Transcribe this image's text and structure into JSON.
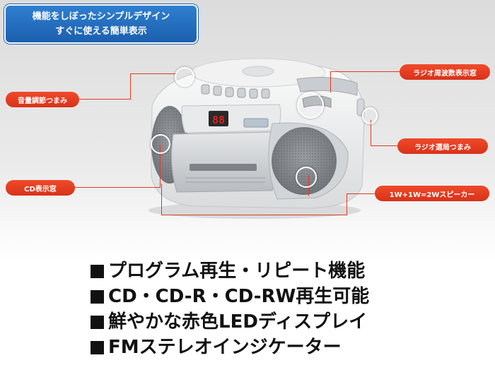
{
  "header": {
    "line1": "機能をしぼったシンプルデザイン",
    "line2": "すぐに使える簡単表示"
  },
  "callouts": {
    "volume": "音量調節つまみ",
    "cd_display": "CD表示窓",
    "radio_freq": "ラジオ周波数表示窓",
    "tuning": "ラジオ選局つまみ",
    "speaker": "1W+1W=2Wスピーカー"
  },
  "display": {
    "digits": "88"
  },
  "features": [
    "プログラム再生・リピート機能",
    "CD・CD-R・CD-RW再生可能",
    "鮮やかな赤色LEDディスプレイ",
    "FMステレオインジケーター"
  ],
  "colors": {
    "header_bg": "#1c5fae",
    "callout_bg": "#e03a20",
    "led": "#e02020"
  }
}
